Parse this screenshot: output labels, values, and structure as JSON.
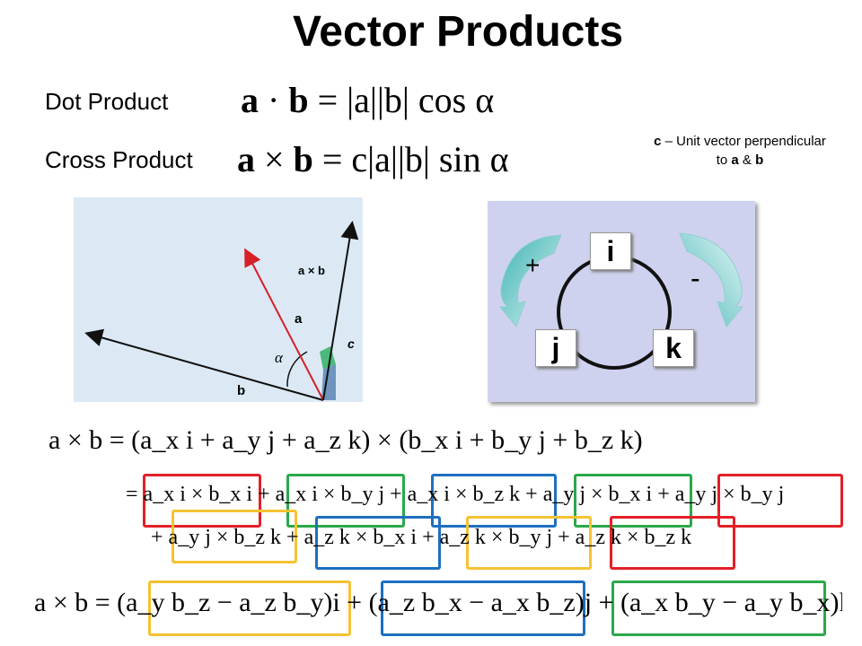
{
  "title": "Vector Products",
  "dot": {
    "label": "Dot Product",
    "lhs_a": "a",
    "op": "·",
    "lhs_b": "b",
    "equals": "=",
    "rhs": "|a||b| cos α"
  },
  "cross": {
    "label": "Cross Product",
    "lhs_a": "a",
    "op": "×",
    "lhs_b": "b",
    "equals": "=",
    "rhs": "c|a||b| sin α"
  },
  "note": {
    "c": "c",
    "rest1": " – Unit vector perpendicular",
    "line2_pre": "to ",
    "a": "a",
    "amp": " & ",
    "b": "b"
  },
  "figure": {
    "axb_label": "a × b",
    "a_label": "a",
    "b_label": "b",
    "alpha_label": "α",
    "c_label": "c"
  },
  "cycle": {
    "i": "i",
    "j": "j",
    "k": "k",
    "plus": "+",
    "minus": "-"
  },
  "expansion": {
    "line1": "a × b = (a_x i + a_y j + a_z k) × (b_x i + b_y j + b_z k)",
    "line2": "= a_x i × b_x i + a_x i × b_y j + a_x i × b_z k + a_y j × b_x i + a_y j × b_y j",
    "line3": "+ a_y j × b_z k + a_z k × b_x i + a_z k × b_y j + a_z k × b_z k",
    "result": "a × b = (a_y b_z − a_z b_y)i + (a_z b_x − a_x b_z)j + (a_x b_y − a_y b_x)k"
  },
  "colors": {
    "red": "#e32028",
    "green": "#2aa84a",
    "blue": "#1e6fc0",
    "yellow": "#f5c232",
    "panel": "#dce9f5",
    "cycle_panel": "#cfd2ee",
    "arrow_teal": "#6fc7c7"
  }
}
